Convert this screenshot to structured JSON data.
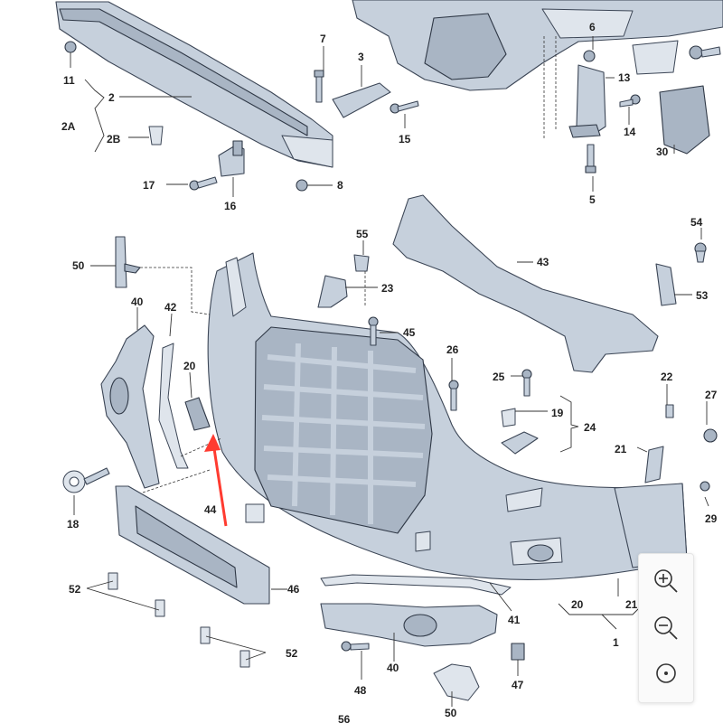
{
  "callouts": [
    {
      "id": "c1",
      "text": "1"
    },
    {
      "id": "c2",
      "text": "2"
    },
    {
      "id": "c2A",
      "text": "2A"
    },
    {
      "id": "c2B",
      "text": "2B"
    },
    {
      "id": "c3",
      "text": "3"
    },
    {
      "id": "c5",
      "text": "5"
    },
    {
      "id": "c6",
      "text": "6"
    },
    {
      "id": "c7",
      "text": "7"
    },
    {
      "id": "c8",
      "text": "8"
    },
    {
      "id": "c11",
      "text": "11"
    },
    {
      "id": "c13",
      "text": "13"
    },
    {
      "id": "c14",
      "text": "14"
    },
    {
      "id": "c15",
      "text": "15"
    },
    {
      "id": "c16",
      "text": "16"
    },
    {
      "id": "c17",
      "text": "17"
    },
    {
      "id": "c18",
      "text": "18"
    },
    {
      "id": "c19",
      "text": "19"
    },
    {
      "id": "c20a",
      "text": "20"
    },
    {
      "id": "c20b",
      "text": "20"
    },
    {
      "id": "c21a",
      "text": "21"
    },
    {
      "id": "c21b",
      "text": "21"
    },
    {
      "id": "c22",
      "text": "22"
    },
    {
      "id": "c23",
      "text": "23"
    },
    {
      "id": "c24",
      "text": "24"
    },
    {
      "id": "c25",
      "text": "25"
    },
    {
      "id": "c26",
      "text": "26"
    },
    {
      "id": "c27",
      "text": "27"
    },
    {
      "id": "c29",
      "text": "29"
    },
    {
      "id": "c30",
      "text": "30"
    },
    {
      "id": "c40a",
      "text": "40"
    },
    {
      "id": "c40b",
      "text": "40"
    },
    {
      "id": "c41",
      "text": "41"
    },
    {
      "id": "c42",
      "text": "42"
    },
    {
      "id": "c43",
      "text": "43"
    },
    {
      "id": "c44",
      "text": "44"
    },
    {
      "id": "c45",
      "text": "45"
    },
    {
      "id": "c46",
      "text": "46"
    },
    {
      "id": "c47",
      "text": "47"
    },
    {
      "id": "c48",
      "text": "48"
    },
    {
      "id": "c50a",
      "text": "50"
    },
    {
      "id": "c50b",
      "text": "50"
    },
    {
      "id": "c52a",
      "text": "52"
    },
    {
      "id": "c52b",
      "text": "52"
    },
    {
      "id": "c53",
      "text": "53"
    },
    {
      "id": "c54",
      "text": "54"
    },
    {
      "id": "c55",
      "text": "55"
    },
    {
      "id": "c56",
      "text": "56"
    }
  ],
  "colors": {
    "part_fill": "#c6d0dc",
    "part_stroke": "#3c4656",
    "highlight_arrow": "#ff3b30",
    "label": "#222222"
  },
  "zoom_controls": [
    {
      "name": "zoom-in-button",
      "icon": "zoom-in-icon"
    },
    {
      "name": "zoom-out-button",
      "icon": "zoom-out-icon"
    },
    {
      "name": "reset-view-button",
      "icon": "target-icon"
    }
  ]
}
